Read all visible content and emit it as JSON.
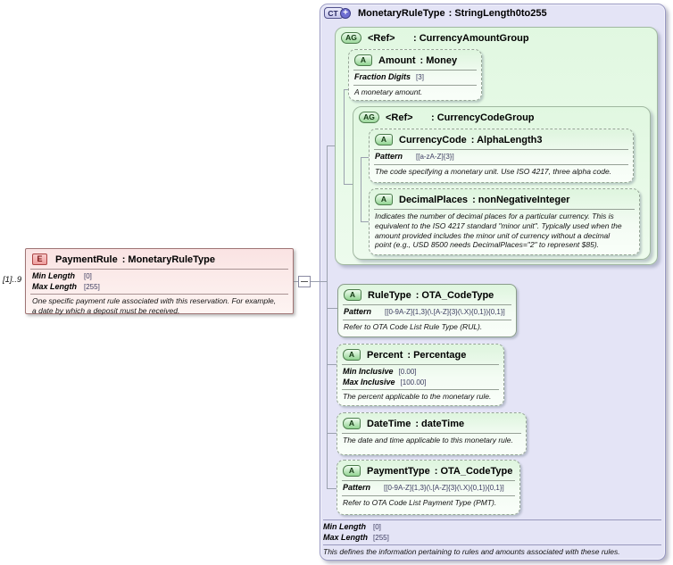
{
  "colors": {
    "complex_type_fill": "#e4e4f6",
    "group_fill": "#e7fae7",
    "attribute_fill": "#f2fcf2",
    "element_fill": "#fae9e9",
    "badge_green": "#9cd89c",
    "badge_pink": "#ee9c9c",
    "badge_blue": "#c6c6ec",
    "canvas_background": "#ffffff"
  },
  "element": {
    "badge": "E",
    "name": "PaymentRule",
    "type": ": MonetaryRuleType",
    "cardinality": "[1]..9",
    "facets": [
      {
        "name": "Min Length",
        "value": "[0]"
      },
      {
        "name": "Max Length",
        "value": "[255]"
      }
    ],
    "annotation": "One specific payment rule associated with this reservation.  For example,\na date by which a deposit must be received."
  },
  "connector": {
    "toggle": "collapse"
  },
  "complex_type": {
    "badge": "CT",
    "plus": "+",
    "name": "MonetaryRuleType",
    "type": ": StringLength0to255",
    "facets": [
      {
        "name": "Min Length",
        "value": "[0]"
      },
      {
        "name": "Max Length",
        "value": "[255]"
      }
    ],
    "annotation": "This defines the information pertaining to rules and amounts associated with these rules."
  },
  "groups": {
    "currency_amount": {
      "badge": "AG",
      "name": "<Ref>",
      "type": ": CurrencyAmountGroup"
    },
    "currency_code": {
      "badge": "AG",
      "name": "<Ref>",
      "type": ": CurrencyCodeGroup"
    }
  },
  "attributes": {
    "amount": {
      "badge": "A",
      "name": "Amount",
      "type": ": Money",
      "facets": [
        {
          "name": "Fraction Digits",
          "value": "[3]"
        }
      ],
      "annotation": "A monetary amount."
    },
    "currency_code": {
      "badge": "A",
      "name": "CurrencyCode",
      "type": ": AlphaLength3",
      "facets": [
        {
          "name": "Pattern",
          "value": "[[a-zA-Z]{3}]"
        }
      ],
      "annotation": "The code specifying a monetary unit. Use ISO 4217, three alpha code."
    },
    "decimal_places": {
      "badge": "A",
      "name": "DecimalPlaces",
      "type": ": nonNegativeInteger",
      "annotation": "Indicates the number of decimal places for a particular currency. This is\nequivalent to the ISO 4217 standard \"minor unit\". Typically used when the\namount provided includes the minor unit of currency without a decimal\npoint (e.g., USD 8500 needs DecimalPlaces=\"2\" to represent $85)."
    },
    "rule_type": {
      "badge": "A",
      "name": "RuleType",
      "type": ": OTA_CodeType",
      "facets": [
        {
          "name": "Pattern",
          "value": "[[0-9A-Z]{1,3}(\\.[A-Z]{3}(\\.X){0,1}){0,1}]"
        }
      ],
      "annotation": "Refer to OTA Code List Rule Type (RUL)."
    },
    "percent": {
      "badge": "A",
      "name": "Percent",
      "type": ": Percentage",
      "facets": [
        {
          "name": "Min Inclusive",
          "value": "[0.00]"
        },
        {
          "name": "Max Inclusive",
          "value": "[100.00]"
        }
      ],
      "annotation": "The percent applicable to the monetary rule."
    },
    "date_time": {
      "badge": "A",
      "name": "DateTime",
      "type": ": dateTime",
      "annotation": "The date and time applicable to this monetary rule."
    },
    "payment_type": {
      "badge": "A",
      "name": "PaymentType",
      "type": ": OTA_CodeType",
      "facets": [
        {
          "name": "Pattern",
          "value": "[[0-9A-Z]{1,3}(\\.[A-Z]{3}(\\.X){0,1}){0,1}]"
        }
      ],
      "annotation": "Refer to OTA Code List Payment Type (PMT)."
    }
  }
}
